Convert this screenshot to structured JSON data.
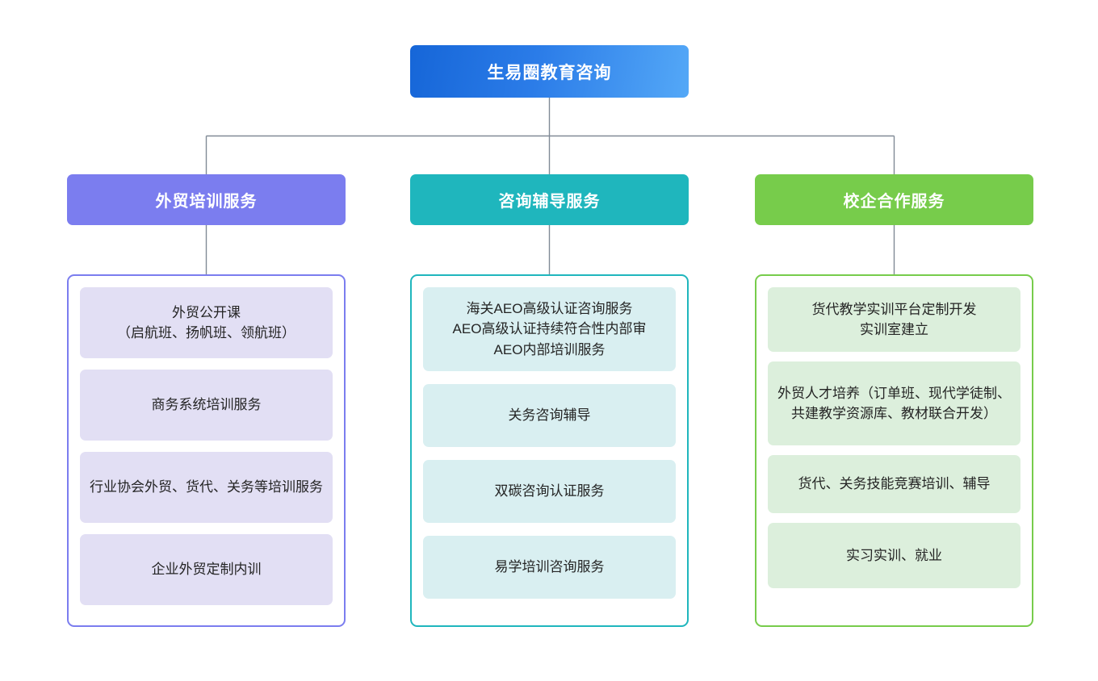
{
  "diagram": {
    "title": "生易圈教育咨询",
    "root": {
      "label": "生易圈教育咨询",
      "color": "#2b7ce8"
    },
    "connector_color": "#808a96",
    "columns": [
      {
        "id": "waimao-peixun",
        "header": "外贸培训服务",
        "header_color": "#7b7def",
        "panel_border_color": "#7b7def",
        "item_fill_color": "#e2dff4",
        "items": [
          {
            "text": "外贸公开课\n（启航班、扬帆班、领航班）",
            "height": 88
          },
          {
            "text": "商务系统培训服务",
            "height": 88
          },
          {
            "text": "行业协会外贸、货代、关务等培训服务",
            "height": 88
          },
          {
            "text": "企业外贸定制内训",
            "height": 88
          }
        ]
      },
      {
        "id": "zixun-fudao",
        "header": "咨询辅导服务",
        "header_color": "#1fb6bd",
        "panel_border_color": "#1fb6bd",
        "item_fill_color": "#d9eff1",
        "items": [
          {
            "text": "海关AEO高级认证咨询服务\nAEO高级认证持续符合性内部审\nAEO内部培训服务",
            "height": 100
          },
          {
            "text": "关务咨询辅导",
            "height": 78
          },
          {
            "text": "双碳咨询认证服务",
            "height": 78
          },
          {
            "text": "易学培训咨询服务",
            "height": 78
          }
        ]
      },
      {
        "id": "xiaoqi-hezuo",
        "header": "校企合作服务",
        "header_color": "#77cc4b",
        "panel_border_color": "#77cc4b",
        "item_fill_color": "#dcefdc",
        "items": [
          {
            "text": "货代教学实训平台定制开发\n实训室建立",
            "height": 80
          },
          {
            "text": "外贸人才培养（订单班、现代学徒制、共建教学资源库、教材联合开发）",
            "height": 104
          },
          {
            "text": "货代、关务技能竞赛培训、辅导",
            "height": 72
          },
          {
            "text": "实习实训、就业",
            "height": 82
          }
        ]
      }
    ]
  }
}
